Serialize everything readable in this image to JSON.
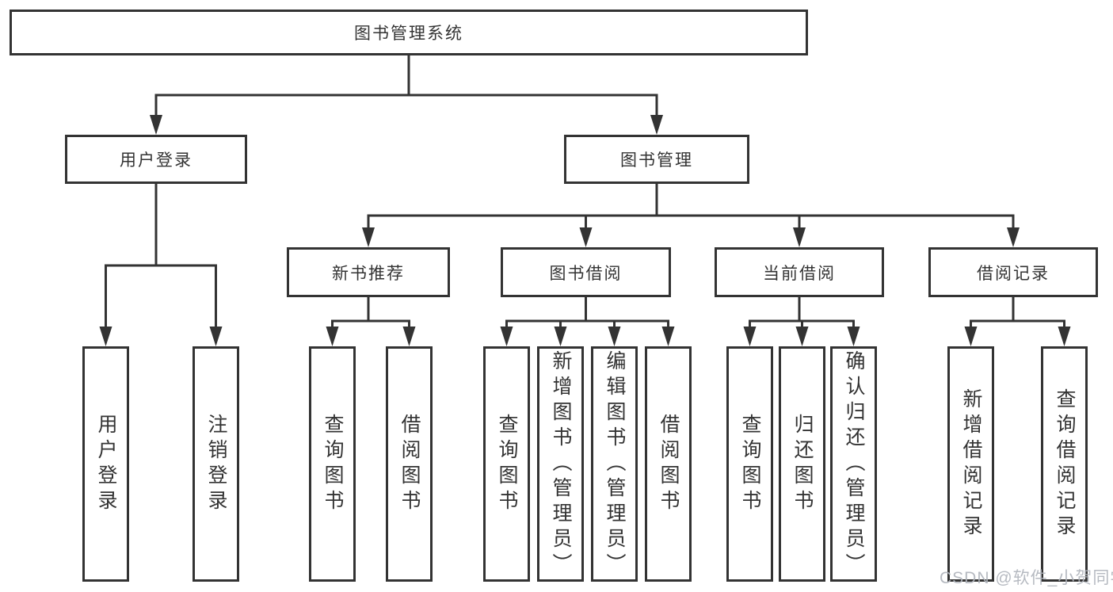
{
  "root": {
    "label": "图书管理系统"
  },
  "branches": {
    "user_login": {
      "label": "用户登录"
    },
    "book_management": {
      "label": "图书管理"
    }
  },
  "modules": [
    {
      "label": "新书推荐"
    },
    {
      "label": "图书借阅"
    },
    {
      "label": "当前借阅"
    },
    {
      "label": "借阅记录"
    }
  ],
  "leaves": [
    {
      "label": "用户登录"
    },
    {
      "label": "注销登录"
    },
    {
      "label": "查询图书"
    },
    {
      "label": "借阅图书"
    },
    {
      "label": "查询图书"
    },
    {
      "label": "新增图书（管理员）"
    },
    {
      "label": "编辑图书（管理员）"
    },
    {
      "label": "借阅图书"
    },
    {
      "label": "查询图书"
    },
    {
      "label": "归还图书"
    },
    {
      "label": "确认归还（管理员）"
    },
    {
      "label": "新增借阅记录"
    },
    {
      "label": "查询借阅记录"
    }
  ],
  "watermark": {
    "text": "CSDN @软件_小贺同学"
  },
  "colors": {
    "line": "#333333",
    "text": "#333333",
    "box_fill": "#ffffff",
    "watermark": "#b0b4bc",
    "background": "#ffffff"
  }
}
